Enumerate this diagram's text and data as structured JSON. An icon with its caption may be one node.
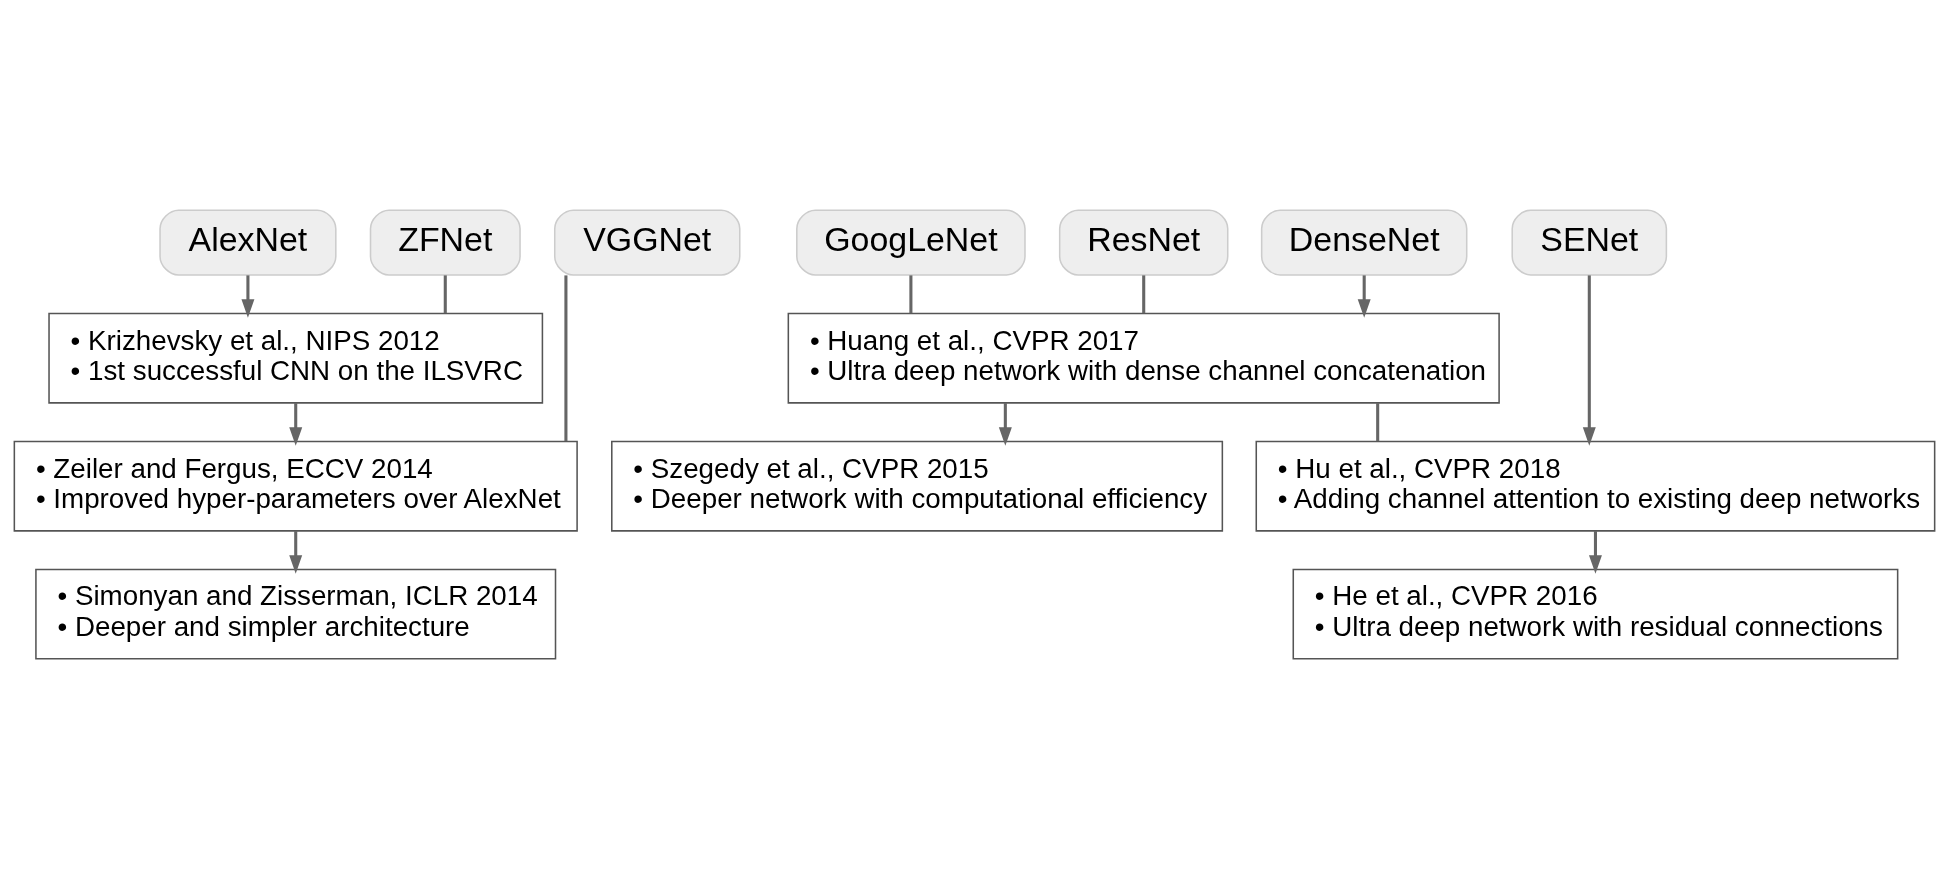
{
  "diagram": {
    "nodes": [
      {
        "text": [
          "AlexNet"
        ]
      },
      {
        "text": [
          "ZFNet"
        ]
      },
      {
        "text": [
          "VGGNet"
        ]
      },
      {
        "text": [
          "GoogLeNet"
        ]
      },
      {
        "text": [
          "ResNet"
        ]
      },
      {
        "text": [
          "DenseNet"
        ]
      },
      {
        "text": [
          "SENet"
        ]
      },
      {
        "text": [
          "• Krizhevsky et al., NIPS 2012",
          "• 1st successful CNN on the ILSVRC"
        ]
      },
      {
        "text": [
          "• Zeiler and Fergus, ECCV 2014",
          "• Improved hyper-parameters over AlexNet"
        ]
      },
      {
        "text": [
          "• Simonyan and Zisserman, ICLR 2014",
          "• Deeper and simpler architecture"
        ]
      },
      {
        "text": [
          "• Szegedy et al., CVPR 2015",
          "• Deeper network with computational efficiency"
        ]
      },
      {
        "text": [
          "• He et al., CVPR 2016",
          "• Ultra deep network with residual connections"
        ]
      },
      {
        "text": [
          "• Huang et al., CVPR 2017",
          "• Ultra deep network with dense channel concatenation"
        ]
      },
      {
        "text": [
          "• Hu et al., CVPR 2018",
          "• Adding channel attention to existing deep networks"
        ]
      }
    ],
    "edges": [
      {
        "from": 0,
        "to": 7,
        "arrow": "to"
      },
      {
        "from": 1,
        "to": 7,
        "arrow": "none"
      },
      {
        "from": 7,
        "to": 8,
        "arrow": "to"
      },
      {
        "from": 2,
        "to": 8,
        "arrow": "none"
      },
      {
        "from": 8,
        "to": 9,
        "arrow": "to"
      },
      {
        "from": 3,
        "to": 12,
        "arrow": "none"
      },
      {
        "from": 12,
        "to": 10,
        "arrow": "to"
      },
      {
        "from": 4,
        "to": 12,
        "arrow": "none"
      },
      {
        "from": 12,
        "to": 13,
        "arrow": "none"
      },
      {
        "from": 13,
        "to": 11,
        "arrow": "to"
      },
      {
        "from": 5,
        "to": 12,
        "arrow": "to"
      },
      {
        "from": 6,
        "to": 13,
        "arrow": "to"
      }
    ]
  }
}
